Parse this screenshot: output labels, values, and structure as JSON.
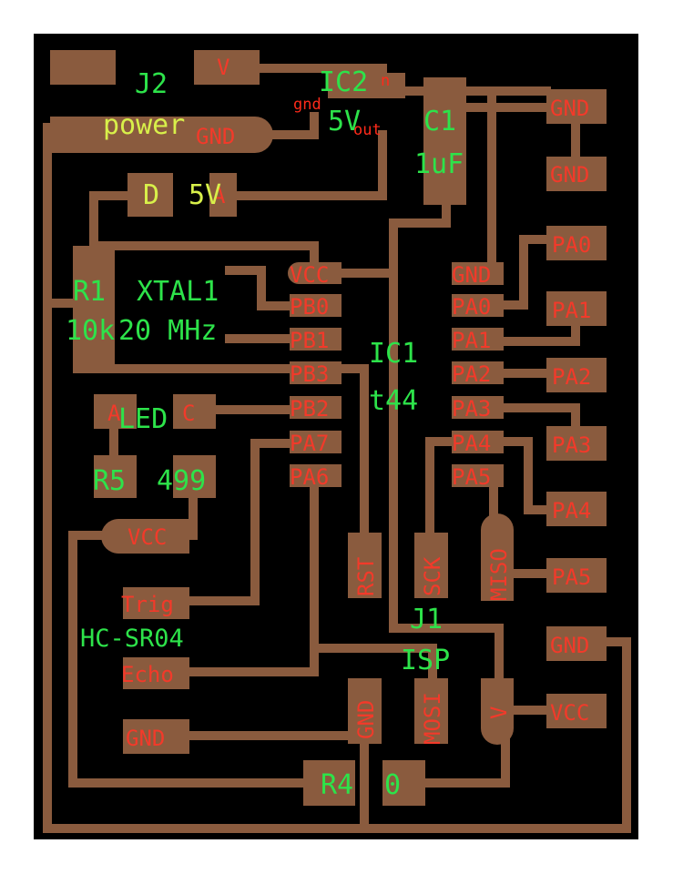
{
  "colors": {
    "board": "#000000",
    "copper": "#8a5b3e",
    "pad_label": "#f23a2a",
    "component_label": "#2de34a"
  },
  "pads": {
    "j2_v": "V",
    "j2_gnd": "GND",
    "d_a": "A",
    "ic2_n": "n",
    "ic2_gnd": "gnd",
    "ic2_out": "out",
    "gnd_top1": "GND",
    "gnd_top2": "GND",
    "pa0_ext": "PA0",
    "pa1_ext": "PA1",
    "pa2_ext": "PA2",
    "pa3_ext": "PA3",
    "pa4_ext": "PA4",
    "pa5_ext": "PA5",
    "led_a": "A",
    "led_c": "C",
    "r5_vcc": "VCC",
    "trig": "Trig",
    "echo": "Echo",
    "gnd_hc": "GND",
    "gnd_r4": "GND",
    "isp_rst": "RST",
    "isp_sck": "SCK",
    "isp_miso": "MISO",
    "isp_mosi": "MOSI",
    "isp_v": "V",
    "isp_gnd": "GND",
    "isp_vcc": "VCC",
    "ic1_left": [
      "VCC",
      "PB0",
      "PB1",
      "PB3",
      "PB2",
      "PA7",
      "PA6"
    ],
    "ic1_right": [
      "GND",
      "PA0",
      "PA1",
      "PA2",
      "PA3",
      "PA4",
      "PA5"
    ]
  },
  "components": {
    "j2_name": "J2",
    "j2_value": "power",
    "ic2_name": "IC2",
    "ic2_value": "5V",
    "c1_name": "C1",
    "c1_value": "1uF",
    "d_name": "D",
    "d_value": "5V",
    "r1_name": "R1",
    "r1_value": "10k",
    "xtal_name": "XTAL1",
    "xtal_value": "20 MHz",
    "ic1_name": "IC1",
    "ic1_value": "t44",
    "led_name": "LED",
    "r5_name": "R5",
    "r5_value": "499",
    "hc_name": "HC-SR04",
    "j1_name": "J1",
    "j1_value": "ISP",
    "r4_name": "R4",
    "r4_value": "0"
  }
}
